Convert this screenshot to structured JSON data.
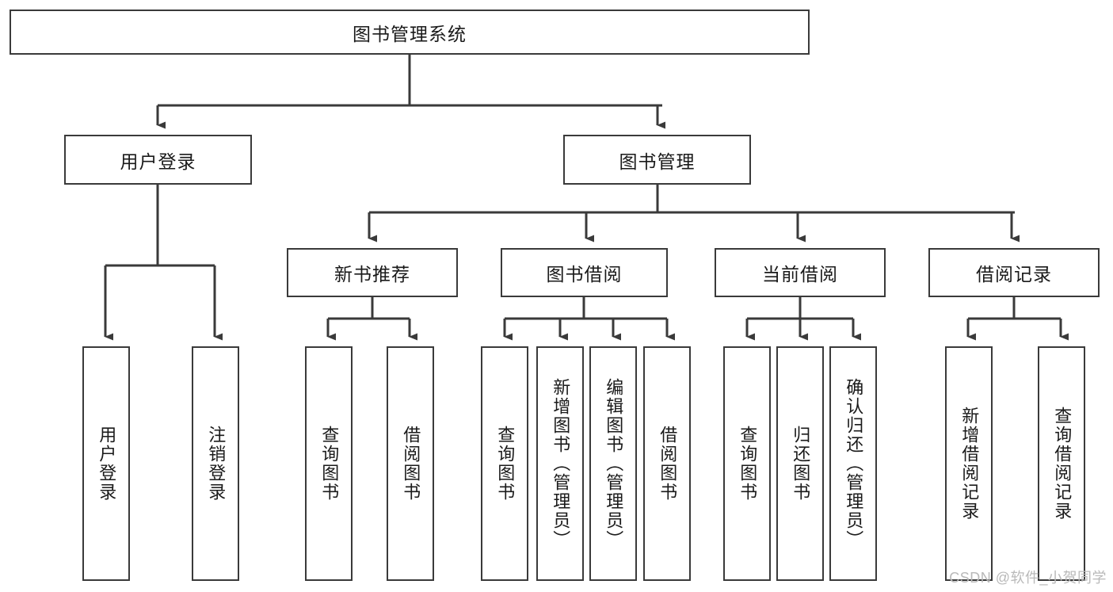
{
  "diagram": {
    "title": "图书管理系统",
    "watermark": "CSDN @软件_小贺同学",
    "root": {
      "label": "图书管理系统"
    },
    "level2": [
      {
        "label": "用户登录"
      },
      {
        "label": "图书管理"
      }
    ],
    "level3": [
      {
        "label": "新书推荐"
      },
      {
        "label": "图书借阅"
      },
      {
        "label": "当前借阅"
      },
      {
        "label": "借阅记录"
      }
    ],
    "leaves": {
      "user_login": [
        {
          "label": "用户登录"
        },
        {
          "label": "注销登录"
        }
      ],
      "new_book_recommend": [
        {
          "label": "查询图书"
        },
        {
          "label": "借阅图书"
        }
      ],
      "book_borrow": [
        {
          "label": "查询图书"
        },
        {
          "label": "新增图书（管理员）"
        },
        {
          "label": "编辑图书（管理员）"
        },
        {
          "label": "借阅图书"
        }
      ],
      "current_borrow": [
        {
          "label": "查询图书"
        },
        {
          "label": "归还图书"
        },
        {
          "label": "确认归还（管理员）"
        }
      ],
      "borrow_record": [
        {
          "label": "新增借阅记录"
        },
        {
          "label": "查询借阅记录"
        }
      ]
    },
    "colors": {
      "stroke": "#3a3a3a",
      "text": "#1a1a1a",
      "background": "#ffffff",
      "watermark": "#b9b9b9"
    }
  }
}
